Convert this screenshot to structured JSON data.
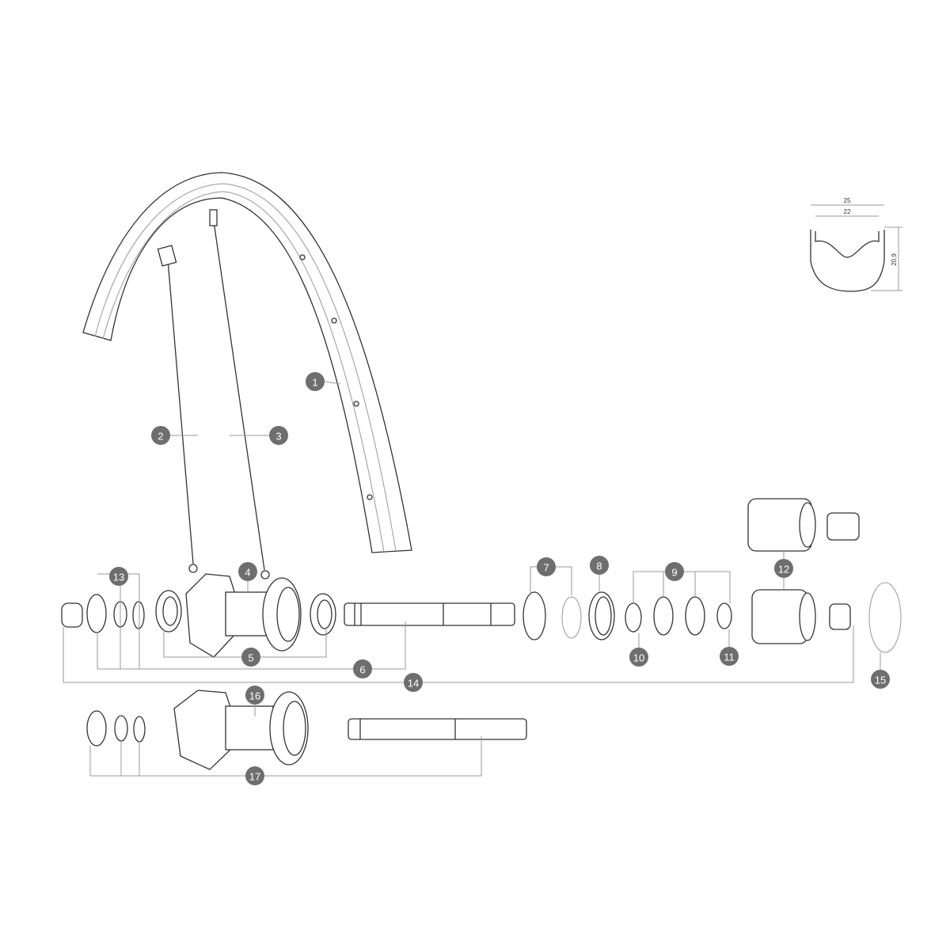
{
  "diagram": {
    "labels": [
      "1",
      "2",
      "3",
      "4",
      "5",
      "6",
      "7",
      "8",
      "9",
      "10",
      "11",
      "12",
      "13",
      "14",
      "15",
      "16",
      "17"
    ],
    "label_color": "#6e6e6e",
    "rim_profile": {
      "outer_width": "25",
      "inner_width": "22",
      "height": "20,9"
    }
  }
}
